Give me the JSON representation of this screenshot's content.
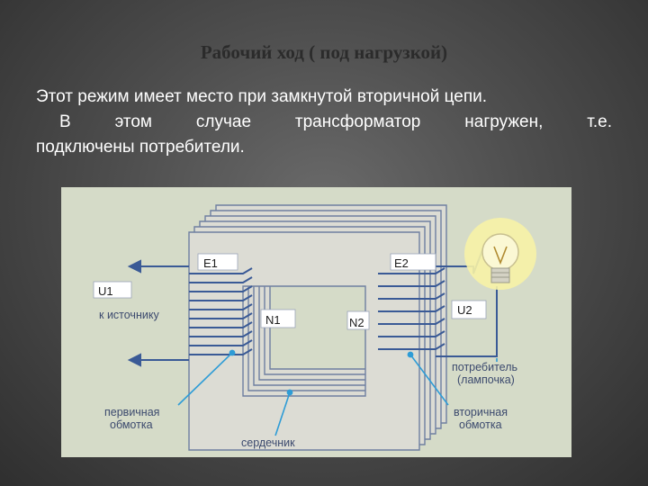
{
  "slide": {
    "title": "Рабочий ход ( под нагрузкой)",
    "body_line1": "Этот режим имеет место при замкнутой вторичной цепи.",
    "body_line2": "В этом случае трансформатор нагружен, т.е.",
    "body_line3": "подключены потребители."
  },
  "diagram": {
    "labels": {
      "e1": "E1",
      "e2": "E2",
      "u1": "U1",
      "u2": "U2",
      "n1": "N1",
      "n2": "N2",
      "to_source": "к источнику",
      "consumer_line1": "потребитель",
      "consumer_line2": "(лампочка)",
      "primary_line1": "первичная",
      "primary_line2": "обмотка",
      "secondary_line1": "вторичная",
      "secondary_line2": "обмотка",
      "core": "сердечник"
    },
    "colors": {
      "background": "#d5dbc8",
      "core_fill": "#dcdcd4",
      "core_stroke": "#6e7fa0",
      "wire": "#3a5a96",
      "label_box": "#ffffff",
      "pointer": "#2e9cd6",
      "text": "#3c4a6e",
      "bulb_glow": "#f7f2a6"
    },
    "icons": {
      "bulb": "lightbulb-icon"
    }
  }
}
